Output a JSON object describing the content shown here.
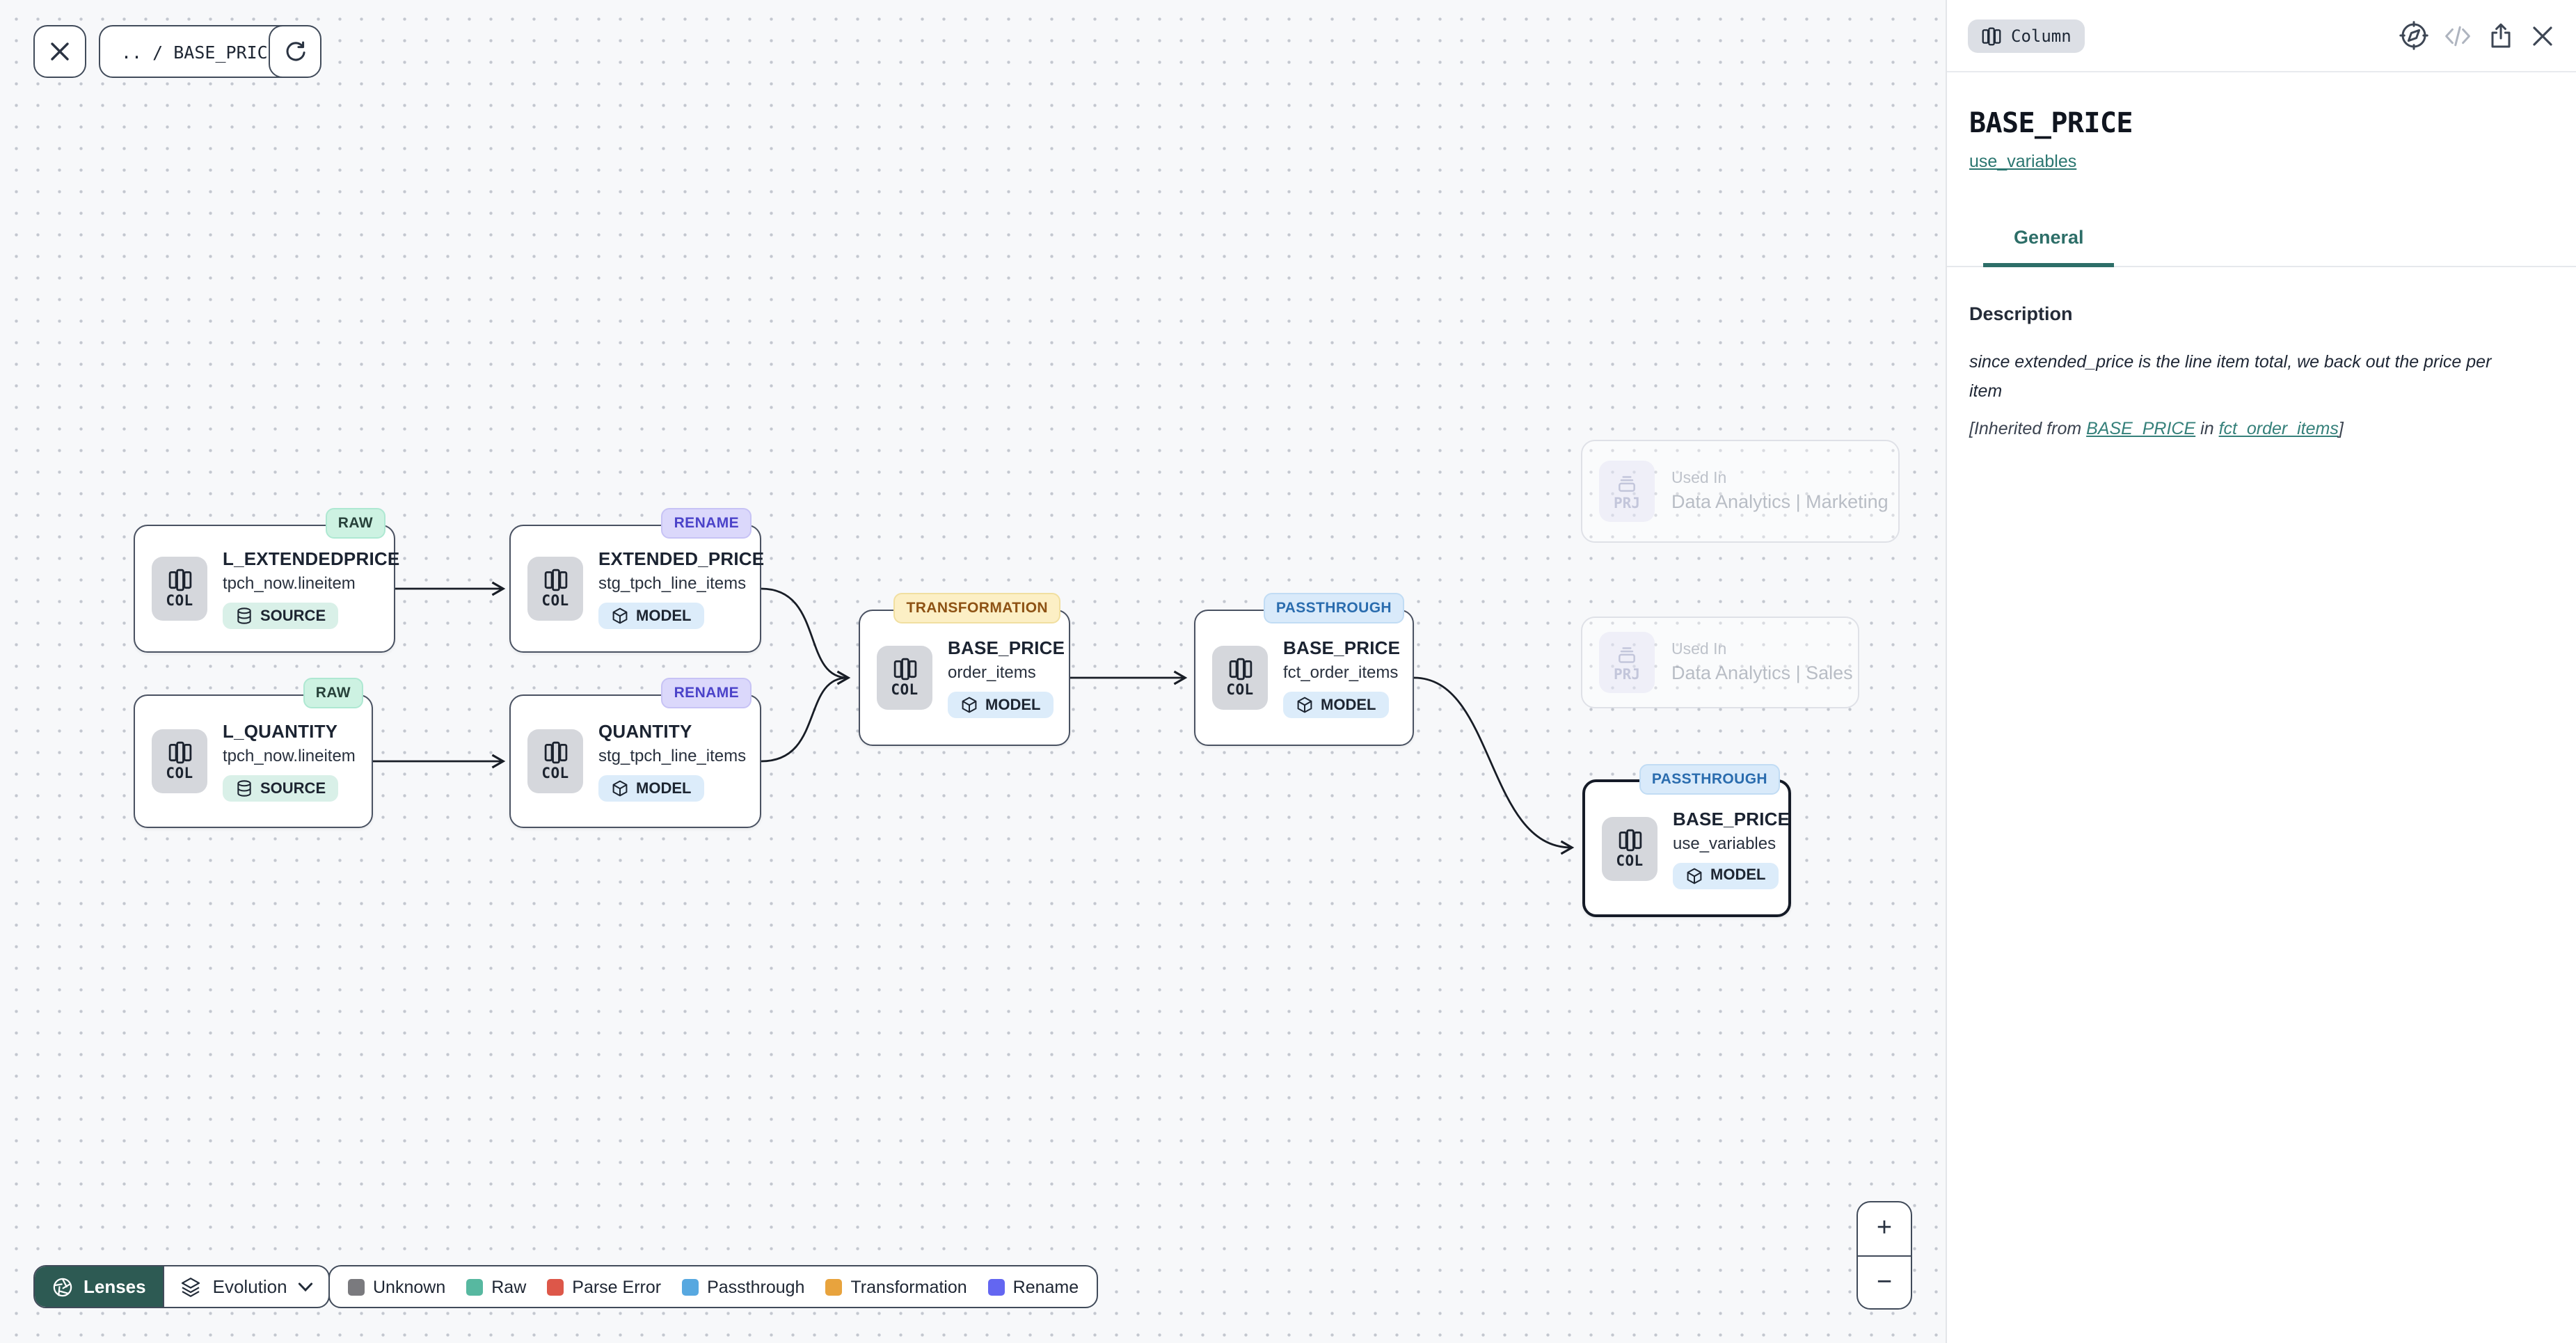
{
  "toolbar": {
    "breadcrumb": ".. / BASE_PRICE"
  },
  "graph": {
    "nodes": [
      {
        "title": "L_EXTENDEDPRICE",
        "subtitle": "tpch_now.lineitem",
        "kind": "SOURCE",
        "badge": "RAW"
      },
      {
        "title": "EXTENDED_PRICE",
        "subtitle": "stg_tpch_line_items",
        "kind": "MODEL",
        "badge": "RENAME"
      },
      {
        "title": "L_QUANTITY",
        "subtitle": "tpch_now.lineitem",
        "kind": "SOURCE",
        "badge": "RAW"
      },
      {
        "title": "QUANTITY",
        "subtitle": "stg_tpch_line_items",
        "kind": "MODEL",
        "badge": "RENAME"
      },
      {
        "title": "BASE_PRICE",
        "subtitle": "order_items",
        "kind": "MODEL",
        "badge": "TRANSFORMATION"
      },
      {
        "title": "BASE_PRICE",
        "subtitle": "fct_order_items",
        "kind": "MODEL",
        "badge": "PASSTHROUGH"
      },
      {
        "title": "BASE_PRICE",
        "subtitle": "use_variables",
        "kind": "MODEL",
        "badge": "PASSTHROUGH"
      }
    ],
    "node_icon_label": "COL",
    "used_in": [
      {
        "label": "Used In",
        "name": "Data Analytics | Marketing",
        "icon_label": "PRJ"
      },
      {
        "label": "Used In",
        "name": "Data Analytics | Sales",
        "icon_label": "PRJ"
      }
    ]
  },
  "legend": {
    "items": [
      {
        "label": "Unknown",
        "color": "#7a7a7e"
      },
      {
        "label": "Raw",
        "color": "#57b8a0"
      },
      {
        "label": "Parse Error",
        "color": "#dd5749"
      },
      {
        "label": "Passthrough",
        "color": "#57a8e0"
      },
      {
        "label": "Transformation",
        "color": "#e8a33d"
      },
      {
        "label": "Rename",
        "color": "#6366f1"
      }
    ]
  },
  "lenses": {
    "label": "Lenses",
    "mode": "Evolution"
  },
  "zoom_controls": {
    "zoom_in": "+",
    "zoom_out": "−"
  },
  "panel": {
    "type_chip": "Column",
    "title": "BASE_PRICE",
    "model_link": "use_variables",
    "tab_general": "General",
    "description_heading": "Description",
    "description": "since extended_price is the line item total, we back out the price per item",
    "inherited_prefix": "[Inherited from ",
    "inherited_link_column": "BASE_PRICE",
    "inherited_middle": " in ",
    "inherited_link_model": "fct_order_items",
    "inherited_suffix": "]"
  }
}
